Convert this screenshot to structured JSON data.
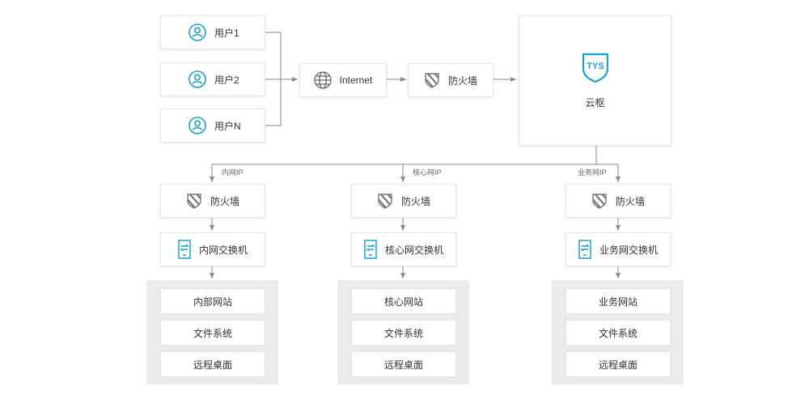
{
  "users": [
    {
      "label": "用户1"
    },
    {
      "label": "用户2"
    },
    {
      "label": "用户N"
    }
  ],
  "internet": {
    "label": "Internet"
  },
  "top_firewall": {
    "label": "防火墙"
  },
  "center": {
    "logo_text": "TYS",
    "label": "云枢"
  },
  "branches": [
    {
      "edge_label": "内网IP",
      "firewall": "防火墙",
      "switch": "内网交换机",
      "items": [
        "内部网站",
        "文件系统",
        "远程桌面"
      ]
    },
    {
      "edge_label": "核心网IP",
      "firewall": "防火墙",
      "switch": "核心网交换机",
      "items": [
        "核心网站",
        "文件系统",
        "远程桌面"
      ]
    },
    {
      "edge_label": "业务网IP",
      "firewall": "防火墙",
      "switch": "业务网交换机",
      "items": [
        "业务网站",
        "文件系统",
        "远程桌面"
      ]
    }
  ],
  "colors": {
    "accent": "#1aa0dc",
    "line": "#8a8a8a",
    "panel": "#ebebeb",
    "icon_gray": "#777777"
  }
}
